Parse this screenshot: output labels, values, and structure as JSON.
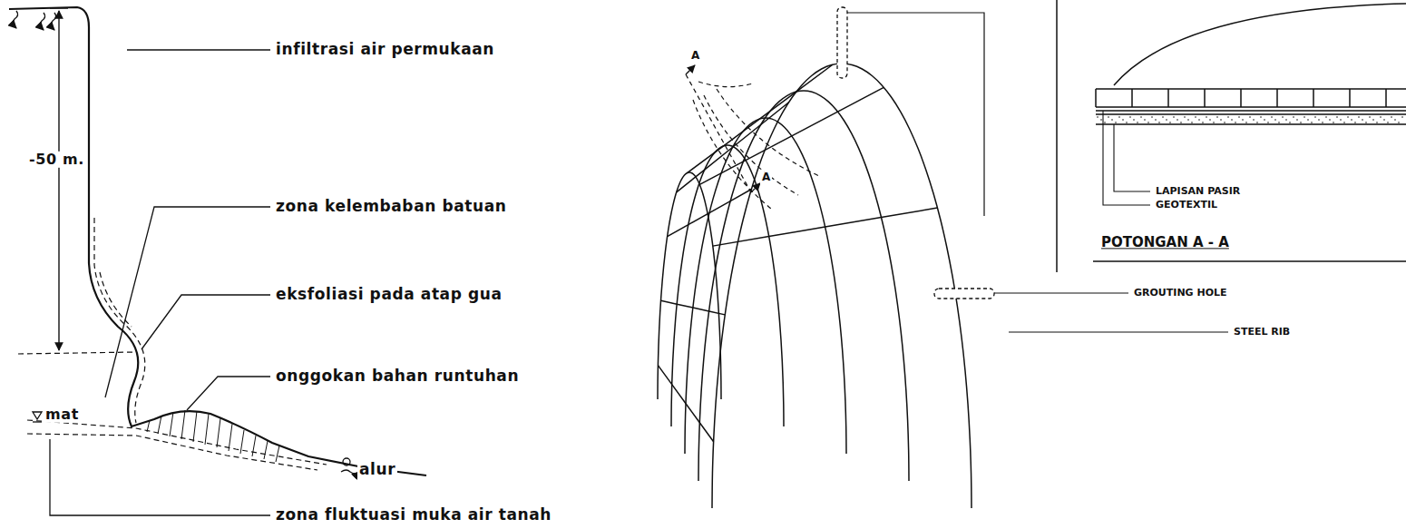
{
  "diagram": {
    "labels": [
      "infiltrasi air permukaan",
      "-50 m.",
      "zona kelembaban batuan",
      "eksfoliasi pada atap gua",
      "mat",
      "onggokan bahan runtuhan",
      "alur",
      "zona fluktuasi muka air tanah",
      "A",
      "A",
      "LAPISAN PASIR",
      "GEOTEXTIL",
      "POTONGAN A - A",
      "GROUTING HOLE",
      "STEEL RIB"
    ]
  }
}
